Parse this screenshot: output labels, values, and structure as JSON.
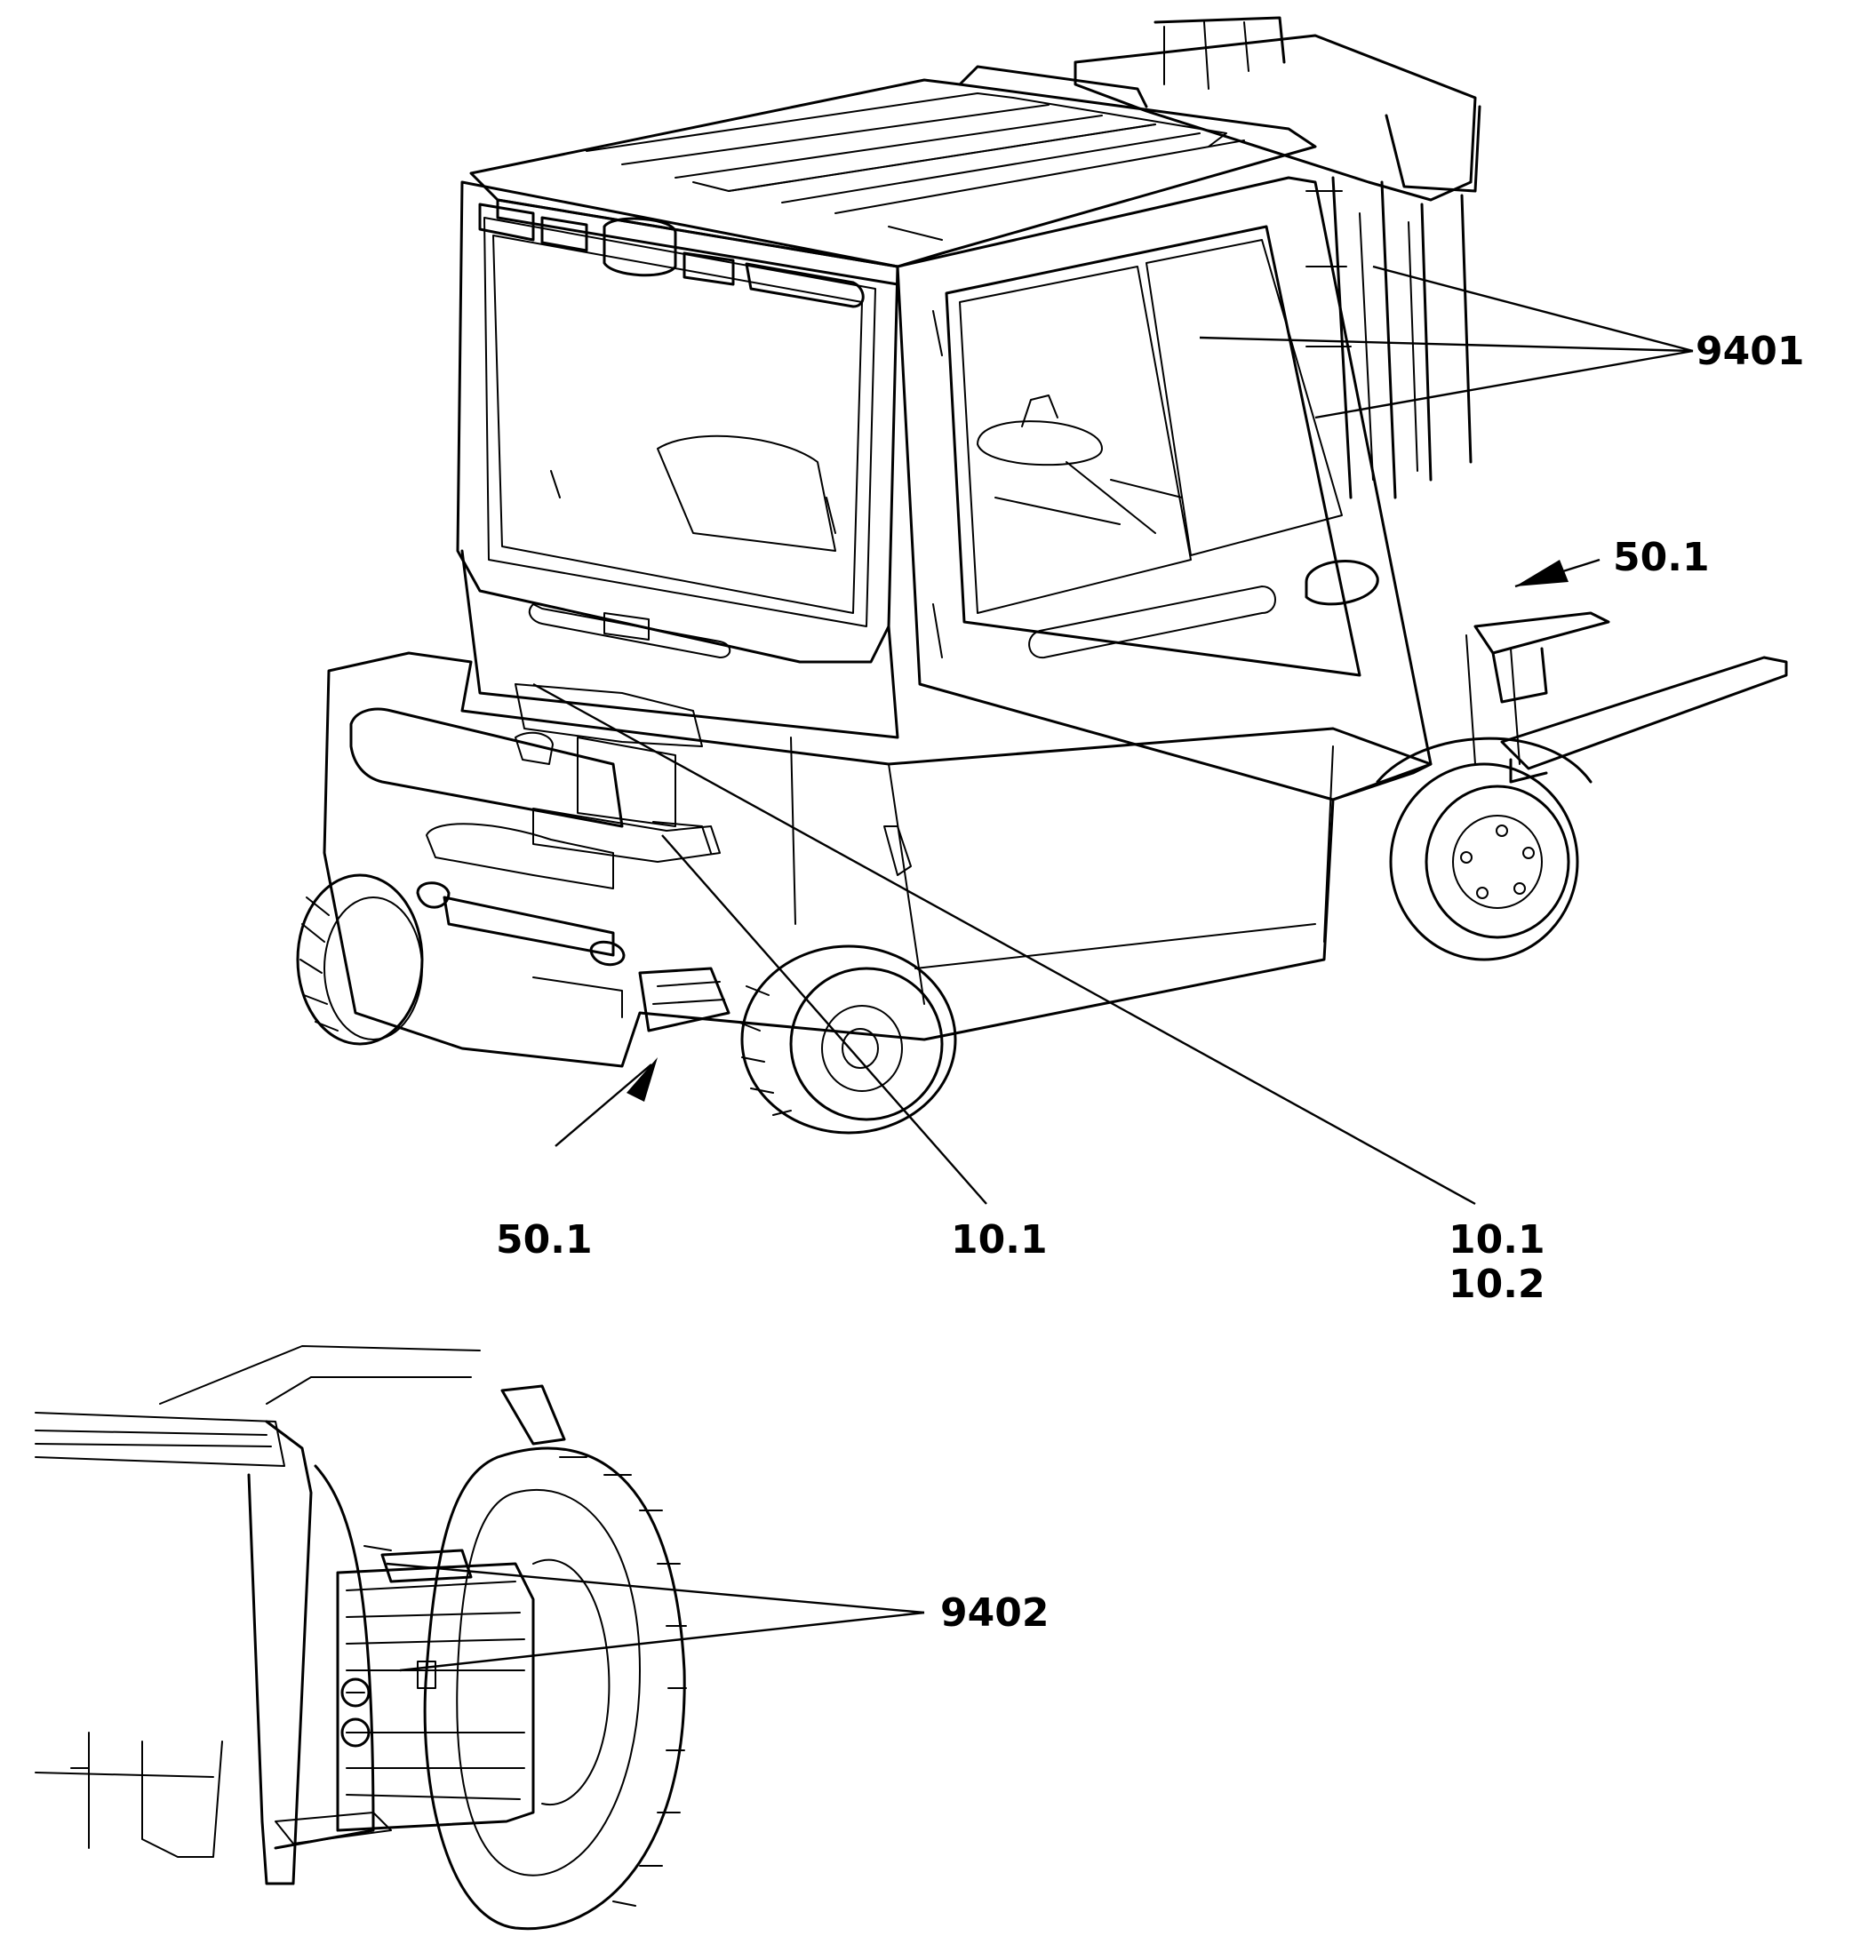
{
  "callouts": {
    "c9401": "9401",
    "c501_right": "50.1",
    "c501_bottom": "50.1",
    "c101_center": "10.1",
    "c101_right": "10.1",
    "c102_right": "10.2",
    "c9402": "9402"
  },
  "colors": {
    "ink": "#000000",
    "background": "#ffffff"
  }
}
